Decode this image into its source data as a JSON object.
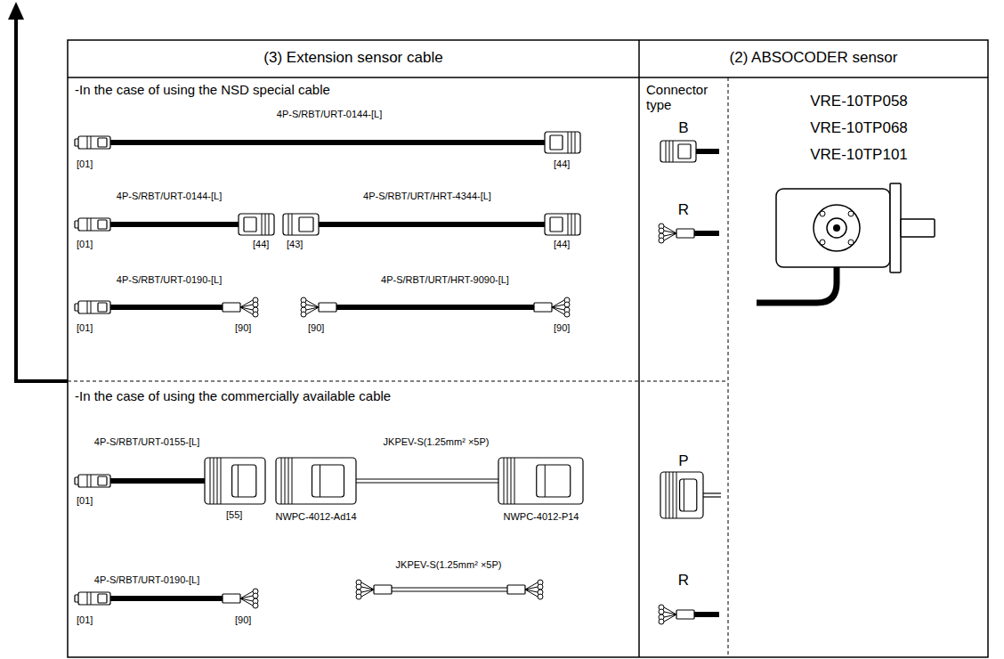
{
  "diagram": {
    "labels": [
      "(3) Extension sensor cable",
      "(2) ABSOCODER sensor",
      "-In the case of using the NSD special cable",
      "4P-S/RBT/URT-0144-[L]",
      "[01]",
      "[44]",
      "4P-S/RBT/URT-0144-[L]",
      "4P-S/RBT/URT/HRT-4344-[L]",
      "[01]",
      "[44]",
      "[43]",
      "[44]",
      "4P-S/RBT/URT-0190-[L]",
      "4P-S/RBT/URT/HRT-9090-[L]",
      "[01]",
      "[90]",
      "[90]",
      "[90]",
      "-In the case of using the commercially available cable",
      "4P-S/RBT/URT-0155-[L]",
      "JKPEV-S(1.25mm² ×5P)",
      "[01]",
      "[55]",
      "NWPC-4012-Ad14",
      "NWPC-4012-P14",
      "4P-S/RBT/URT-0190-[L]",
      "JKPEV-S(1.25mm² ×5P)",
      "[01]",
      "[90]",
      "Connector type",
      "B",
      "R",
      "P",
      "R",
      "VRE-10TP058",
      "VRE-10TP068",
      "VRE-10TP101"
    ]
  }
}
